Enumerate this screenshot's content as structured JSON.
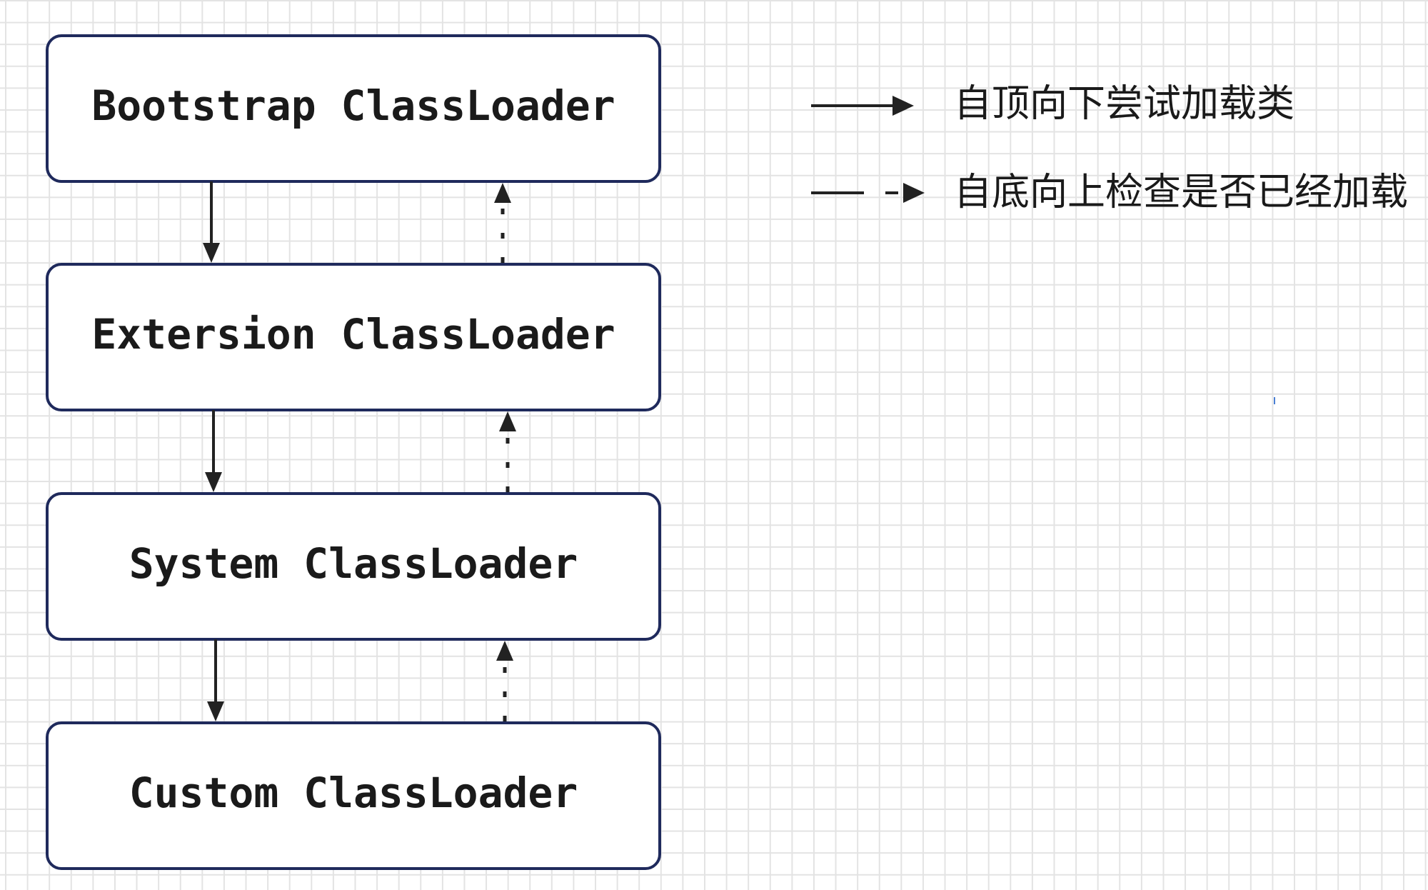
{
  "loaders": [
    {
      "label": "Bootstrap ClassLoader"
    },
    {
      "label": "Extersion ClassLoader"
    },
    {
      "label": "System ClassLoader"
    },
    {
      "label": "Custom ClassLoader"
    }
  ],
  "legend": {
    "solid_label": "自顶向下尝试加载类",
    "dashed_label": "自底向上检查是否已经加载"
  },
  "colors": {
    "box_border": "#1f2a5c",
    "arrow": "#222222",
    "grid": "#e3e3e3",
    "text": "#1a1a1a"
  }
}
